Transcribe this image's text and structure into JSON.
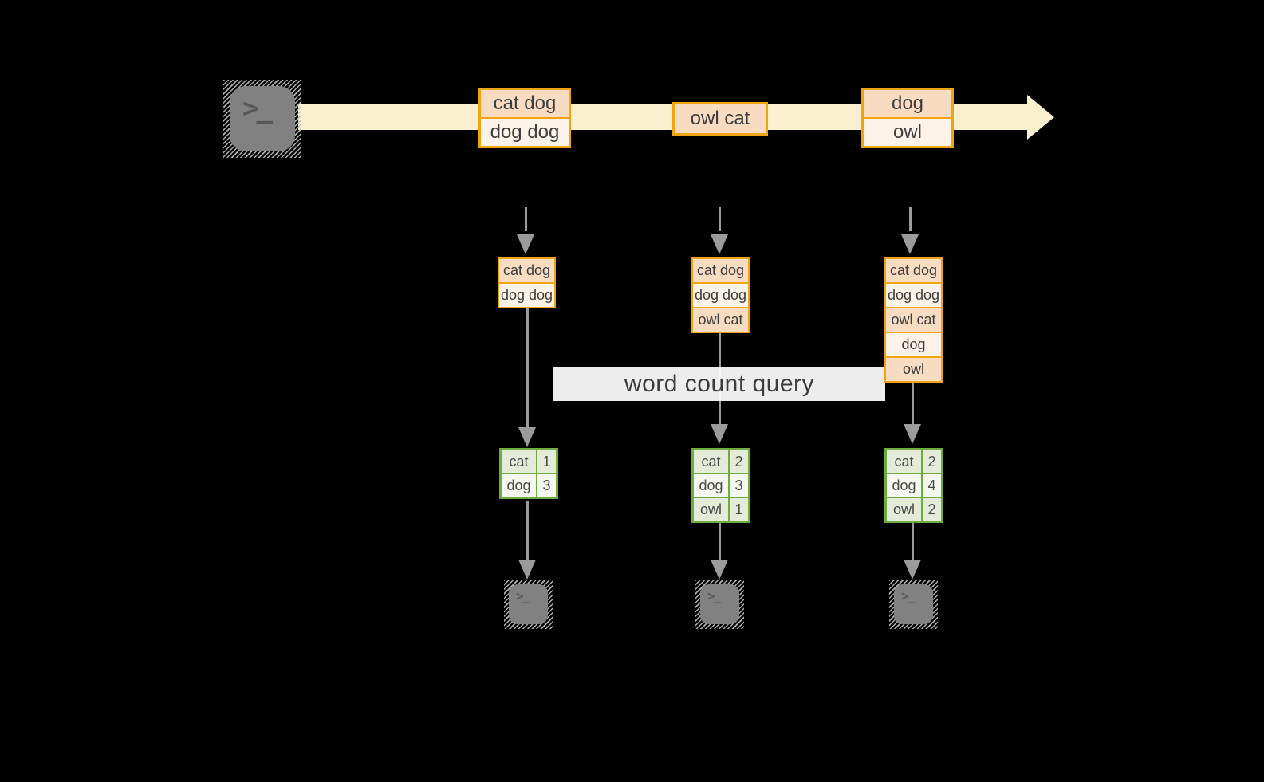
{
  "diagram": {
    "query_label": "word count query",
    "stream": {
      "events": [
        {
          "rows": [
            "cat dog",
            "dog dog"
          ]
        },
        {
          "rows": [
            "owl cat"
          ]
        },
        {
          "rows": [
            "dog",
            "owl"
          ]
        }
      ]
    },
    "columns": [
      {
        "buffer": [
          "cat dog",
          "dog dog"
        ],
        "counts": [
          {
            "word": "cat",
            "count": "1"
          },
          {
            "word": "dog",
            "count": "3"
          }
        ]
      },
      {
        "buffer": [
          "cat dog",
          "dog dog",
          "owl cat"
        ],
        "counts": [
          {
            "word": "cat",
            "count": "2"
          },
          {
            "word": "dog",
            "count": "3"
          },
          {
            "word": "owl",
            "count": "1"
          }
        ]
      },
      {
        "buffer": [
          "cat dog",
          "dog dog",
          "owl cat",
          "dog",
          "owl"
        ],
        "counts": [
          {
            "word": "cat",
            "count": "2"
          },
          {
            "word": "dog",
            "count": "4"
          },
          {
            "word": "owl",
            "count": "2"
          }
        ]
      }
    ],
    "icons": {
      "source": "terminal-icon",
      "sink": "terminal-icon",
      "prompt_glyph": ">_"
    },
    "colors": {
      "background": "#000000",
      "stream_band": "#FAF0D0",
      "event_border": "#F0A410",
      "event_fill_dark": "#F8DCC2",
      "event_fill_light": "#FDF3E8",
      "table_border": "#6FAC3E",
      "table_fill_dark": "#E4ECD9",
      "table_fill_light": "#F4F8EF",
      "arrow_gray": "#9B9B9B",
      "terminal_gray": "#818181",
      "label_text": "#3C3C3C"
    }
  }
}
